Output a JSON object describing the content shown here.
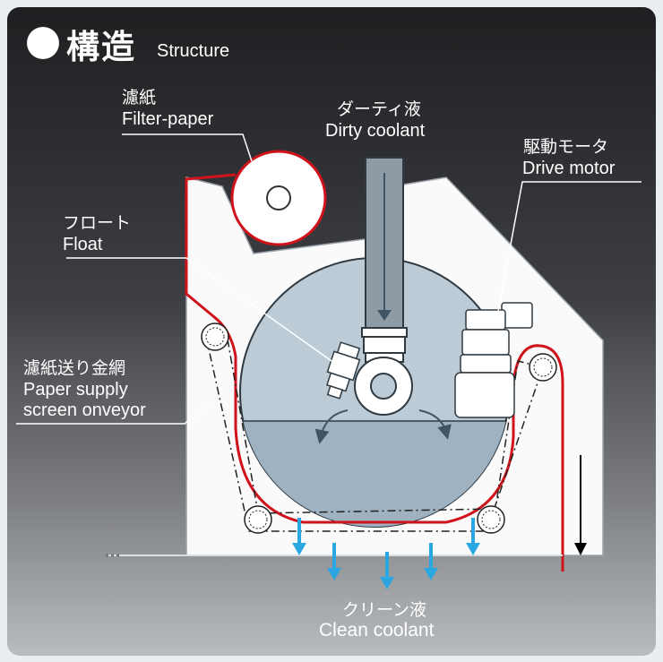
{
  "header": {
    "title": "構造",
    "subtitle": "Structure"
  },
  "labels": {
    "filter_paper": {
      "jp": "濾紙",
      "en": "Filter-paper"
    },
    "dirty_coolant": {
      "jp": "ダーティ液",
      "en": "Dirty coolant"
    },
    "drive_motor": {
      "jp": "駆動モータ",
      "en": "Drive motor"
    },
    "float": {
      "jp": "フロート",
      "en": "Float"
    },
    "paper_supply": {
      "jp": "濾紙送り金網",
      "en_line1": "Paper supply",
      "en_line2": "screen onveyor"
    },
    "clean_coolant": {
      "jp": "クリーン液",
      "en": "Clean coolant"
    }
  },
  "colors": {
    "accent_red": "#d0121b",
    "flow_blue": "#2aa7e0",
    "drum_blue": "#bccbd6",
    "liquid": "#9fb2c1"
  }
}
